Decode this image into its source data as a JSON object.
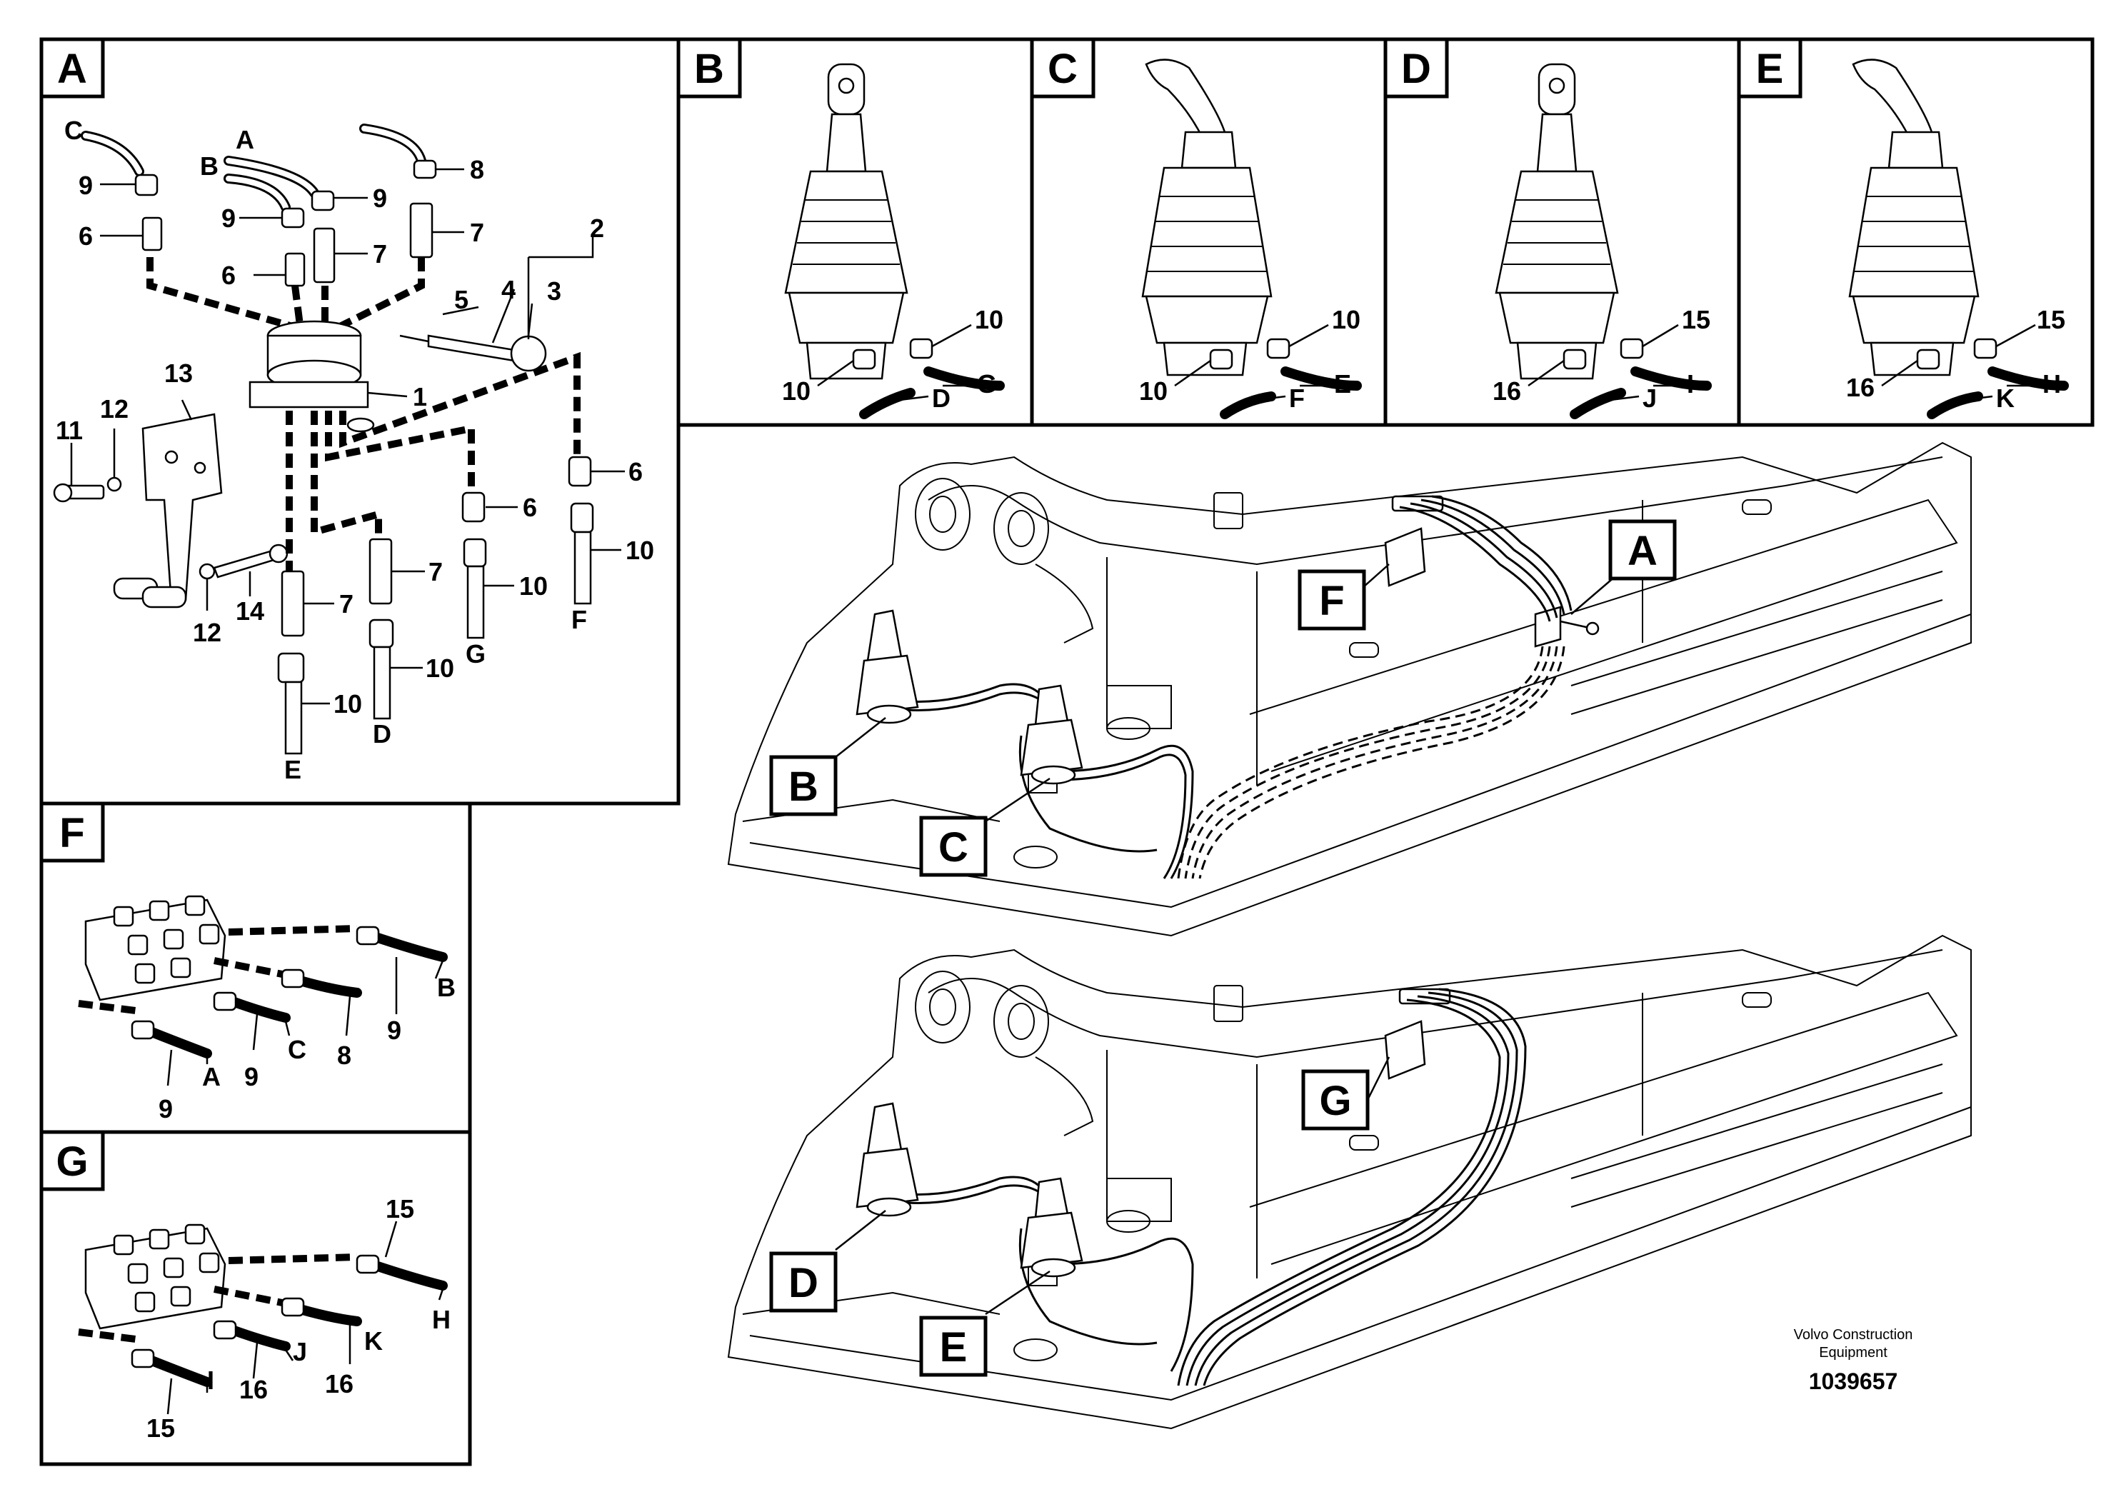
{
  "panels": {
    "A": {
      "tag": "A"
    },
    "B": {
      "tag": "B"
    },
    "C": {
      "tag": "C"
    },
    "D": {
      "tag": "D"
    },
    "E": {
      "tag": "E"
    },
    "F": {
      "tag": "F"
    },
    "G": {
      "tag": "G"
    }
  },
  "panel_a_labels": {
    "hose_c": "C",
    "hose_a": "A",
    "hose_b": "B",
    "n9a": "9",
    "n9b": "9",
    "n9c": "9",
    "n8": "8",
    "n6a": "6",
    "n6b": "6",
    "n7a": "7",
    "n7b": "7",
    "n2": "2",
    "n5": "5",
    "n4": "4",
    "n3": "3",
    "n1": "1",
    "n13": "13",
    "n11": "11",
    "n12a": "12",
    "n12b": "12",
    "n14": "14",
    "n6c": "6",
    "n6d": "6",
    "n7c": "7",
    "n7d": "7",
    "n10a": "10",
    "n10b": "10",
    "n10c": "10",
    "n10d": "10",
    "hose_f": "F",
    "hose_g": "G",
    "hose_d": "D",
    "hose_e": "E"
  },
  "panel_b_labels": {
    "n10a": "10",
    "n10b": "10",
    "hose_d": "D",
    "hose_g": "G"
  },
  "panel_c_labels": {
    "n10a": "10",
    "n10b": "10",
    "hose_f": "F",
    "hose_e": "E"
  },
  "panel_d_labels": {
    "n15": "15",
    "n16": "16",
    "hose_j": "J",
    "hose_i": "I"
  },
  "panel_e_labels": {
    "n15": "15",
    "n16": "16",
    "hose_k": "K",
    "hose_h": "H"
  },
  "panel_f_labels": {
    "hose_b": "B",
    "n9a": "9",
    "hose_c": "C",
    "n8": "8",
    "hose_a": "A",
    "n9b": "9",
    "n9c": "9"
  },
  "panel_g_labels": {
    "n15a": "15",
    "hose_h": "H",
    "hose_k": "K",
    "hose_j": "J",
    "n16a": "16",
    "n16b": "16",
    "hose_i": "I",
    "n15b": "15"
  },
  "callouts": {
    "top": {
      "a": "A",
      "f": "F",
      "b": "B",
      "c": "C"
    },
    "bottom": {
      "g": "G",
      "d": "D",
      "e": "E"
    }
  },
  "footer": {
    "brand_line1": "Volvo Construction",
    "brand_line2": "Equipment",
    "doc_number": "1039657"
  }
}
